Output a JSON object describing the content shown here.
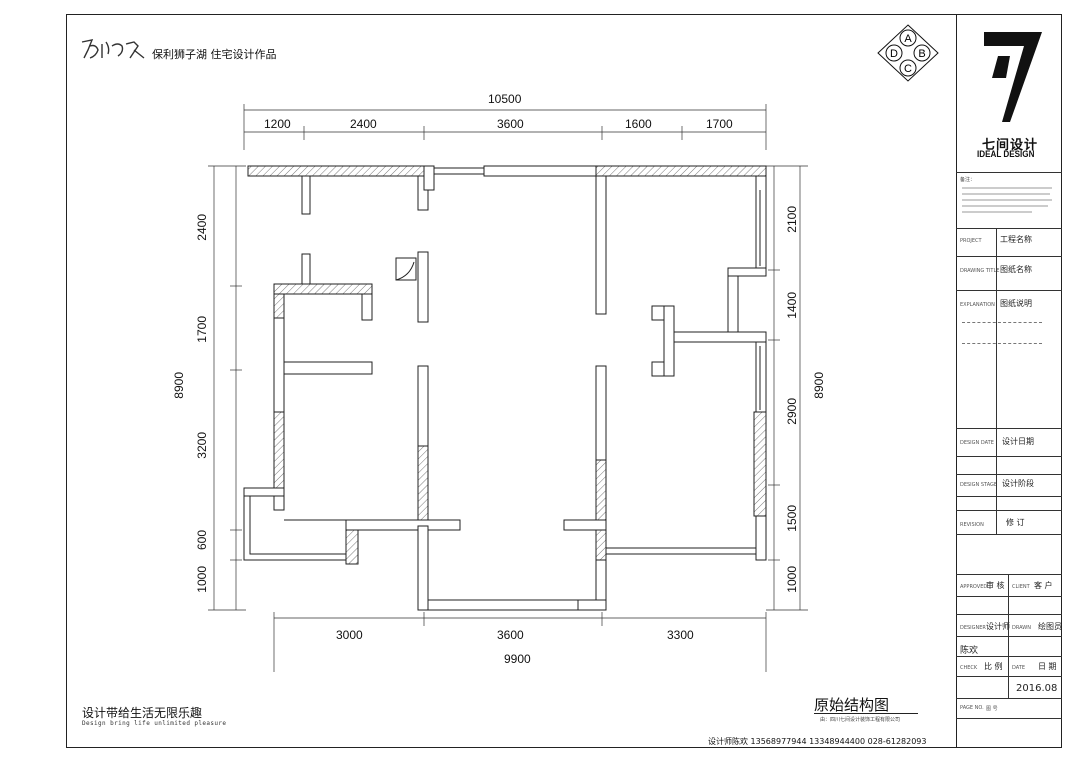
{
  "header": {
    "signature": "陈欢",
    "project_title": "保利狮子湖  住宅设计作品"
  },
  "compass": {
    "letters": [
      "A",
      "B",
      "C",
      "D"
    ]
  },
  "logo": {
    "numeral": "7",
    "cn": "七间设计",
    "en": "IDEAL DESIGN"
  },
  "dimensions": {
    "top_total": "10500",
    "top_segments": [
      "1200",
      "2400",
      "3600",
      "1600",
      "1700"
    ],
    "bottom_segments": [
      "3000",
      "3600",
      "3300"
    ],
    "bottom_total": "9900",
    "left_total": "8900",
    "left_segments": [
      "2400",
      "1700",
      "3200",
      "600",
      "1000"
    ],
    "right_total": "8900",
    "right_segments": [
      "2100",
      "1400",
      "2900",
      "1500",
      "1000"
    ]
  },
  "slogan": {
    "cn": "设计带给生活无限乐趣",
    "en": "Design  bring  life  unlimited  pleasure"
  },
  "drawing_title": {
    "cn": "原始结构图",
    "sub": "由：四川七间设计装饰工程有限公司"
  },
  "contact": "设计师陈欢  13568977944  13348944400  028-61282093",
  "title_block": {
    "notes_label": "备注：",
    "project_label": "PROJECT",
    "project_value": "工程名称",
    "drawing_label": "DRAWING TITLE",
    "drawing_value": "图纸名称",
    "explain_label": "EXPLANATION",
    "explain_value": "图纸说明",
    "design_date_label": "DESIGN DATE",
    "design_date_value": "设计日期",
    "design_stage_label": "DESIGN STAGE",
    "design_stage_value": "设计阶段",
    "revision_label": "REVISION",
    "revision_value": "修  订",
    "approved_label": "APPROVED",
    "approved_value": "审  核",
    "client_label": "CLIENT",
    "client_value": "客  户",
    "designer_label": "DESIGNER",
    "designer_value": "设计师",
    "drawn_label": "DRAWN",
    "drawn_value": "绘图员",
    "designer_name": "陈欢",
    "check_label": "CHECK",
    "check_value": "比  例",
    "date_label": "DATE",
    "date_value": "日  期",
    "date": "2016.08",
    "page_label": "PAGE NO.",
    "page_value": "图  号"
  }
}
